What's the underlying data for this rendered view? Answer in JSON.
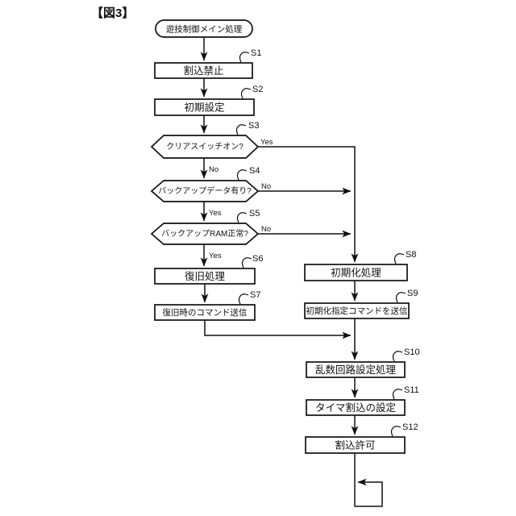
{
  "figure": {
    "title": "【図3】",
    "start_label": "遊技制御メイン処理"
  },
  "steps": [
    {
      "id": "S1",
      "label": "割込禁止",
      "type": "process"
    },
    {
      "id": "S2",
      "label": "初期設定",
      "type": "process"
    },
    {
      "id": "S3",
      "label": "クリアスイッチオン?",
      "type": "decision",
      "yes_label": "Yes",
      "no_label": "No"
    },
    {
      "id": "S4",
      "label": "バックアップデータ有り?",
      "type": "decision",
      "yes_label": "Yes",
      "no_label": "No"
    },
    {
      "id": "S5",
      "label": "バックアップRAM正常?",
      "type": "decision",
      "yes_label": "Yes",
      "no_label": "No"
    },
    {
      "id": "S6",
      "label": "復旧処理",
      "type": "process"
    },
    {
      "id": "S7",
      "label": "復旧時のコマンド送信",
      "type": "process"
    },
    {
      "id": "S8",
      "label": "初期化処理",
      "type": "process"
    },
    {
      "id": "S9",
      "label": "初期化指定コマンドを送信",
      "type": "process"
    },
    {
      "id": "S10",
      "label": "乱数回路設定処理",
      "type": "process"
    },
    {
      "id": "S11",
      "label": "タイマ割込の設定",
      "type": "process"
    },
    {
      "id": "S12",
      "label": "割込許可",
      "type": "process"
    }
  ],
  "colors": {
    "line": "#111111",
    "background": "#ffffff",
    "text": "#111111"
  }
}
